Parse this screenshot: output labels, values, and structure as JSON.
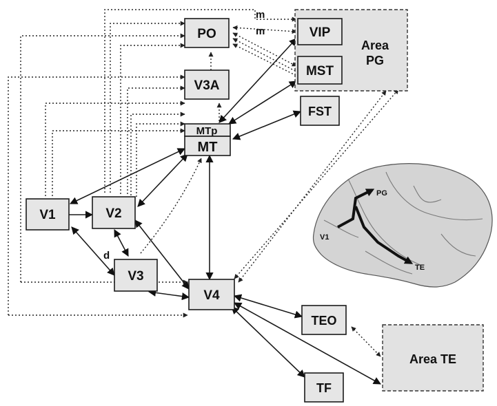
{
  "nodes": {
    "po": "PO",
    "v3a": "V3A",
    "mtp": "MTp",
    "mt": "MT",
    "v1": "V1",
    "v2": "V2",
    "v3": "V3",
    "v4": "V4",
    "teo": "TEO",
    "tf": "TF",
    "vip": "VIP",
    "mst": "MST",
    "fst": "FST"
  },
  "areas": {
    "pg_line1": "Area",
    "pg_line2": "PG",
    "te": "Area TE"
  },
  "edge_labels": {
    "m_top": "m",
    "m_second": "m",
    "d": "d"
  },
  "brain": {
    "pg": "PG",
    "v1": "V1",
    "te": "TE"
  }
}
